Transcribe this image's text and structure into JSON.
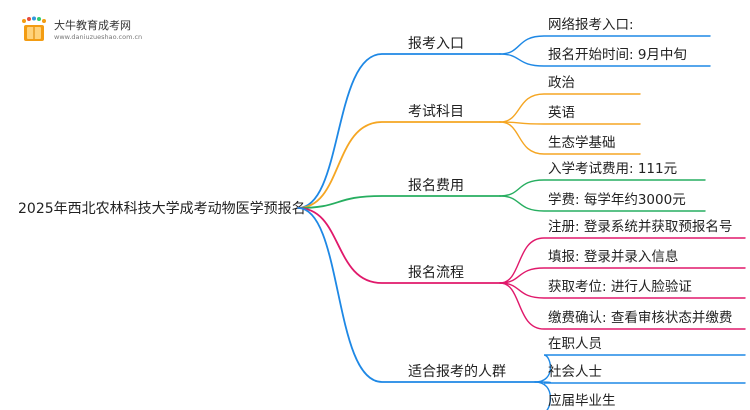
{
  "logo": {
    "name": "大牛教育成考网",
    "url": "www.daniuzueshao.com.cn",
    "icon": "book-icon",
    "colors": [
      "#f39c12",
      "#e74c3c",
      "#3498db",
      "#2ecc71"
    ]
  },
  "root": {
    "label": "2025年西北农林科技大学成考动物医学预报名"
  },
  "branches": [
    {
      "key": "entry",
      "label": "报考入口",
      "color": "#1e88e5",
      "children": [
        "网络报考入口:",
        "报名开始时间: 9月中旬"
      ]
    },
    {
      "key": "subjects",
      "label": "考试科目",
      "color": "#f5a623",
      "children": [
        "政治",
        "英语",
        "生态学基础"
      ]
    },
    {
      "key": "fees",
      "label": "报名费用",
      "color": "#27ae60",
      "children": [
        "入学考试费用: 111元",
        "学费: 每学年约3000元"
      ]
    },
    {
      "key": "process",
      "label": "报名流程",
      "color": "#e0196b",
      "children": [
        "注册: 登录系统并获取预报名号",
        "填报: 登录并录入信息",
        "获取考位: 进行人脸验证",
        "缴费确认: 查看审核状态并缴费"
      ]
    },
    {
      "key": "audience",
      "label": "适合报考的人群",
      "color": "#1e88e5",
      "children": [
        "在职人员",
        "社会人士",
        "应届毕业生"
      ]
    }
  ]
}
